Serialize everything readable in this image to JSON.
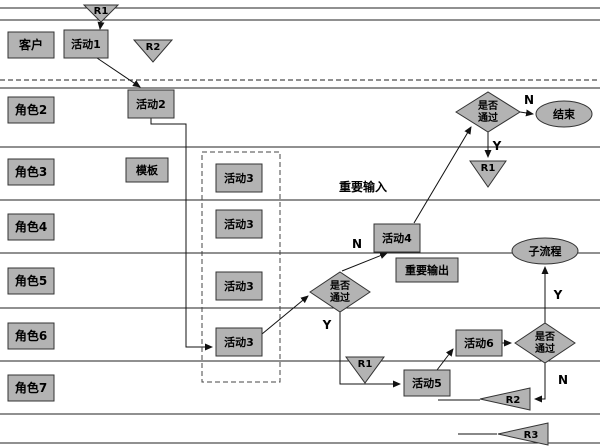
{
  "diagram": {
    "lanes": [
      {
        "label": "客户"
      },
      {
        "label": "角色2"
      },
      {
        "label": "角色3"
      },
      {
        "label": "角色4"
      },
      {
        "label": "角色5"
      },
      {
        "label": "角色6"
      },
      {
        "label": "角色7"
      }
    ],
    "nodes": {
      "r1": "R1",
      "r2": "R2",
      "r3": "R3",
      "activity1": "活动1",
      "activity2": "活动2",
      "activity3": "活动3",
      "activity4": "活动4",
      "activity5": "活动5",
      "activity6": "活动6",
      "template": "模板",
      "decision_line1": "是否",
      "decision_line2": "通过",
      "end": "结束",
      "subprocess": "子流程",
      "important_input": "重要输入",
      "important_output": "重要输出"
    },
    "edge_labels": {
      "yes": "Y",
      "no": "N"
    },
    "colors": {
      "node_fill": "#b3b3b3",
      "node_stroke": "#333333",
      "line_color": "#111111",
      "background": "#ffffff"
    }
  }
}
